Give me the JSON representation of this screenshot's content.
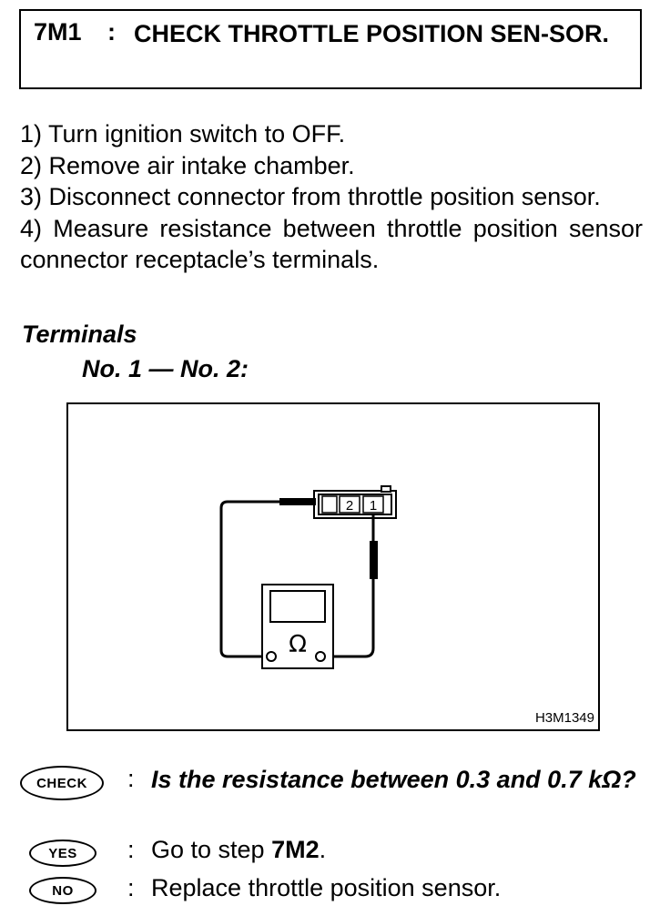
{
  "header": {
    "code": "7M1",
    "colon": ":",
    "title": "CHECK THROTTLE POSITION SEN-SOR."
  },
  "steps": [
    "1) Turn ignition switch to OFF.",
    "2) Remove air intake chamber.",
    "3) Disconnect connector from throttle position sensor.",
    "4) Measure resistance between throttle position sensor connector receptacle’s terminals."
  ],
  "terminals": {
    "heading": "Terminals",
    "spec": "No. 1 — No. 2:"
  },
  "figure": {
    "id": "H3M1349",
    "connector_labels": [
      "2",
      "1"
    ],
    "meter_symbol": "Ω"
  },
  "check": {
    "badge": "CHECK",
    "colon": ":",
    "question": "Is the resistance between 0.3 and 0.7 kΩ?"
  },
  "yes": {
    "badge": "YES",
    "colon": ":",
    "text_prefix": "Go to step ",
    "step": "7M2",
    "text_suffix": "."
  },
  "no": {
    "badge": "NO",
    "colon": ":",
    "text": "Replace throttle position sensor."
  }
}
